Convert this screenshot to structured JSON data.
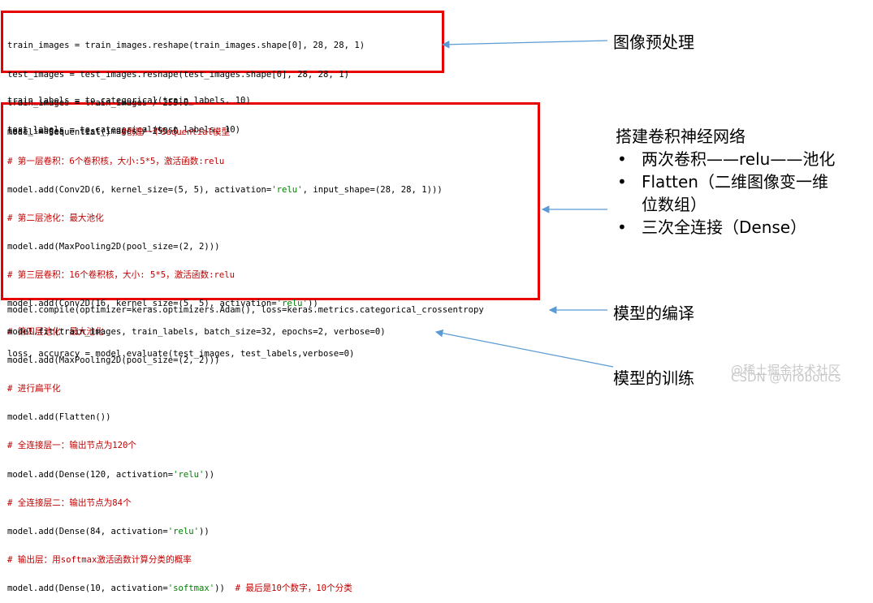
{
  "code_blocks": {
    "reshape": [
      "train_images = train_images.reshape(train_images.shape[0], 28, 28, 1)",
      "test_images = test_images.reshape(test_images.shape[0], 28, 28, 1)",
      "train_images = train_images / 255.0",
      "test_images = test_images / 255.0"
    ],
    "labels": [
      "train_labels = to_categorical(train_labels, 10)",
      "test_labels = to_categorical(test_labels, 10)"
    ],
    "model": {
      "l1_code": "model = Sequential()  ",
      "l1_comment": "#创建一个Sequential模型",
      "l2": "# 第一层卷积：6个卷积核，大小:5*5，激活函数:relu",
      "l3_a": "model.add(Conv2D(6, kernel_size=(5, 5), activation=",
      "l3_str": "'relu'",
      "l3_b": ", input_shape=(28, 28, 1)))",
      "l4": "# 第二层池化：最大池化",
      "l5": "model.add(MaxPooling2D(pool_size=(2, 2)))",
      "l6": "# 第三层卷积：16个卷积核，大小: 5*5，激活函数:relu",
      "l7_a": "model.add(Conv2D(16, kernel_size=(5, 5), activation=",
      "l7_str": "'relu'",
      "l7_b": "))",
      "l8": "# 第四层池化：最大池化",
      "l9": "model.add(MaxPooling2D(pool_size=(2, 2)))",
      "l10": "# 进行扁平化",
      "l11": "model.add(Flatten())",
      "l12": "# 全连接层一：输出节点为120个",
      "l13_a": "model.add(Dense(120, activation=",
      "l13_str": "'relu'",
      "l13_b": "))",
      "l14": "# 全连接层二：输出节点为84个",
      "l15_a": "model.add(Dense(84, activation=",
      "l15_str": "'relu'",
      "l15_b": "))",
      "l16": "# 输出层：用softmax激活函数计算分类的概率",
      "l17_a": "model.add(Dense(10, activation=",
      "l17_str": "'softmax'",
      "l17_b": "))  ",
      "l17_comment": "# 最后是10个数字，10个分类"
    },
    "compile": "model.compile(optimizer=keras.optimizers.Adam(), loss=keras.metrics.categorical_crossentropy",
    "fit": "model.fit(train_images, train_labels, batch_size=32, epochs=2, verbose=0)",
    "evaluate": "loss, accuracy = model.evaluate(test_images, test_labels,verbose=0)"
  },
  "annotations": {
    "preprocess": "图像预处理",
    "build_title": "搭建卷积神经网络",
    "build_bullets": [
      "两次卷积——relu——池化",
      "Flatten（二维图像变一维",
      "位数组）",
      "三次全连接（Dense）"
    ],
    "compile": "模型的编译",
    "train": "模型的训练"
  },
  "watermark": {
    "line1": "@稀土掘金技术社区",
    "line2": "CSDN @virobotics"
  },
  "colors": {
    "box_border": "#e60000",
    "comment": "#c00000",
    "string": "#008000",
    "arrow": "#5b9bd5"
  }
}
